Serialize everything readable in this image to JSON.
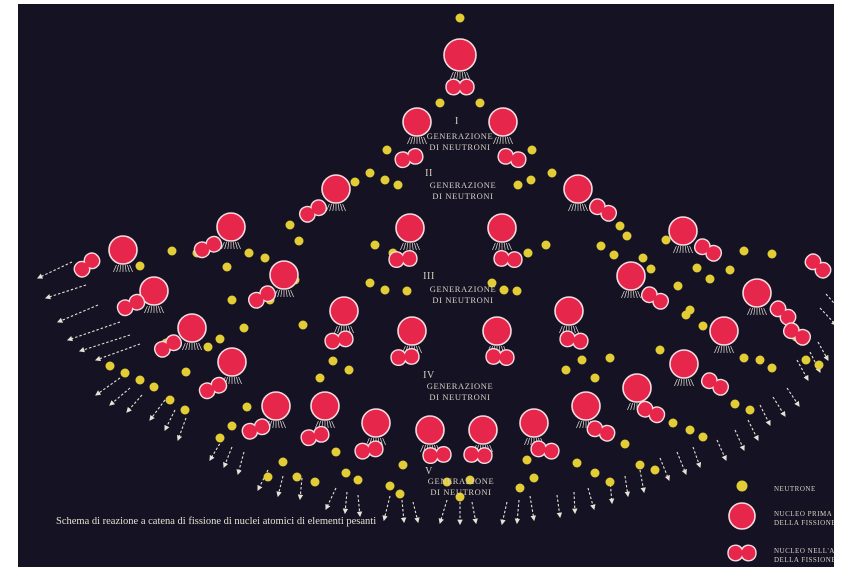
{
  "colors": {
    "background": "#141223",
    "frame": "#ffffff",
    "nucleus": "#e7264b",
    "nucleus_outline": "#f4dde2",
    "neutron": "#e3cd37",
    "arrow": "#e8e2d6",
    "text": "#d9d2c4"
  },
  "generations": [
    {
      "roman": "I",
      "line1": "GENERAZIONE",
      "line2": "DI NEUTRONI"
    },
    {
      "roman": "II",
      "line1": "GENERAZIONE",
      "line2": "DI NEUTRONI"
    },
    {
      "roman": "III",
      "line1": "GENERAZIONE",
      "line2": "DI NEUTRONI"
    },
    {
      "roman": "IV",
      "line1": "GENERAZIONE",
      "line2": "DI NEUTRONI"
    },
    {
      "roman": "V",
      "line1": "GENERAZIONE",
      "line2": "DI NEUTRONI"
    }
  ],
  "legend": {
    "neutron": {
      "line1": "NEUTRONE",
      "line2": ""
    },
    "nucleus_before": {
      "line1": "NUCLEO PRIMA",
      "line2": "DELLA FISSIONE"
    },
    "nucleus_during": {
      "line1": "NUCLEO NELL'ATTO",
      "line2": "DELLA FISSIONE"
    }
  },
  "caption": "Schema di reazione a catena di fissione di nuclei atomici di elementi pesanti"
}
